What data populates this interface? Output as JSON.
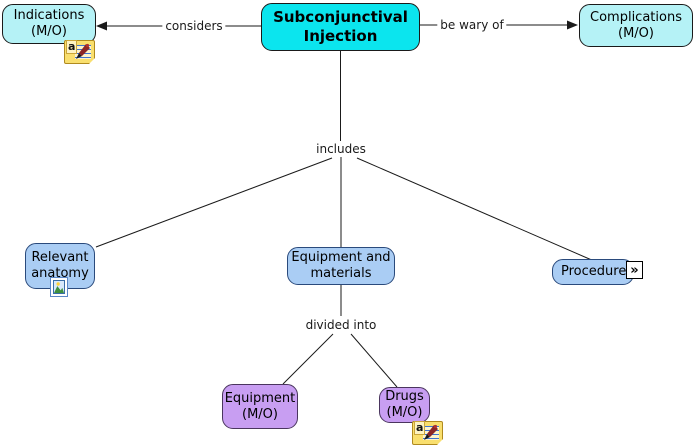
{
  "diagram": {
    "title": "Subconjunctival Injection concept map",
    "nodes": {
      "main": {
        "label": "Subconjunctival\nInjection"
      },
      "indications": {
        "label": "Indications\n(M/O)"
      },
      "complications": {
        "label": "Complications\n(M/O)"
      },
      "anatomy": {
        "label": "Relevant\nanatomy"
      },
      "equipment_materials": {
        "label": "Equipment and\nmaterials"
      },
      "procedure": {
        "label": "Procedure"
      },
      "equipment_mo": {
        "label": "Equipment\n(M/O)"
      },
      "drugs_mo": {
        "label": "Drugs\n(M/O)"
      }
    },
    "links": {
      "considers": {
        "label": "considers"
      },
      "be_wary_of": {
        "label": "be wary of"
      },
      "includes": {
        "label": "includes"
      },
      "divided_into": {
        "label": "divided into"
      }
    },
    "icons": {
      "text_note": {
        "name": "text-note-icon",
        "letter": "a"
      },
      "image": {
        "name": "image-icon"
      },
      "goto": {
        "name": "goto-subcmap-icon",
        "glyph": "»"
      }
    },
    "colors": {
      "main_node_fill": "#0BE5EE",
      "topic_node_fill": "#B5F2F6",
      "section_node_fill": "#AACDF4",
      "sub_node_fill": "#C89EF2",
      "line": "#1A1A1A",
      "note_icon_fill": "#F9DF6E"
    }
  }
}
